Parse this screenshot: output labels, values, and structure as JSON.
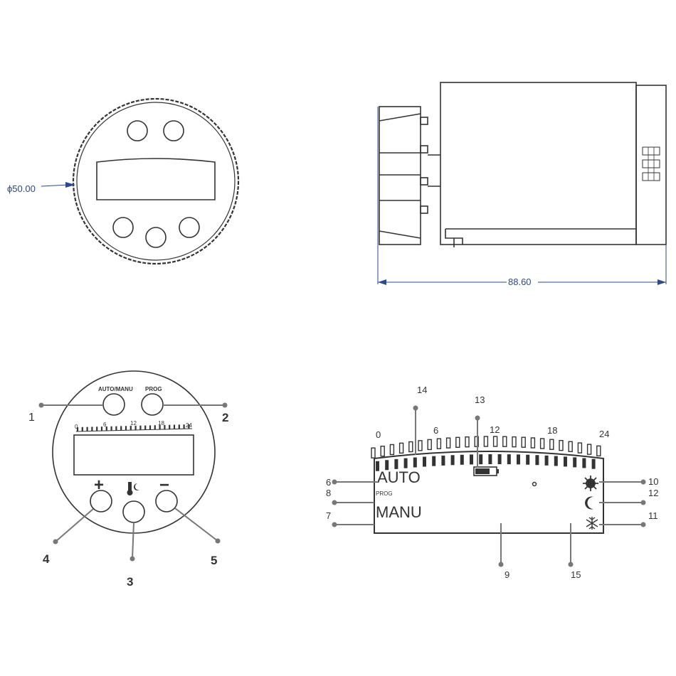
{
  "dimensions": {
    "diameter": "ϕ50.00",
    "length": "88.60"
  },
  "front_panel": {
    "btn_auto_manu": "AUTO/MANU",
    "btn_prog": "PROG",
    "scale": [
      "0",
      "6",
      "12",
      "18",
      "24"
    ],
    "plus": "+",
    "minus": "−",
    "callouts": [
      "1",
      "2",
      "3",
      "4",
      "5"
    ]
  },
  "lcd_detail": {
    "scale": [
      "0",
      "6",
      "12",
      "18",
      "24"
    ],
    "auto": "AUTO",
    "prog": "PROG",
    "manu": "MANU",
    "callouts": {
      "c6": "6",
      "c7": "7",
      "c8": "8",
      "c9": "9",
      "c10": "10",
      "c11": "11",
      "c12": "12",
      "c13": "13",
      "c14": "14",
      "c15": "15"
    }
  },
  "colors": {
    "line": "#333333",
    "dimension": "#2a4a8a"
  },
  "icons": [
    "sun-icon",
    "moon-icon",
    "snowflake-icon",
    "battery-icon",
    "thermometer-icon"
  ]
}
